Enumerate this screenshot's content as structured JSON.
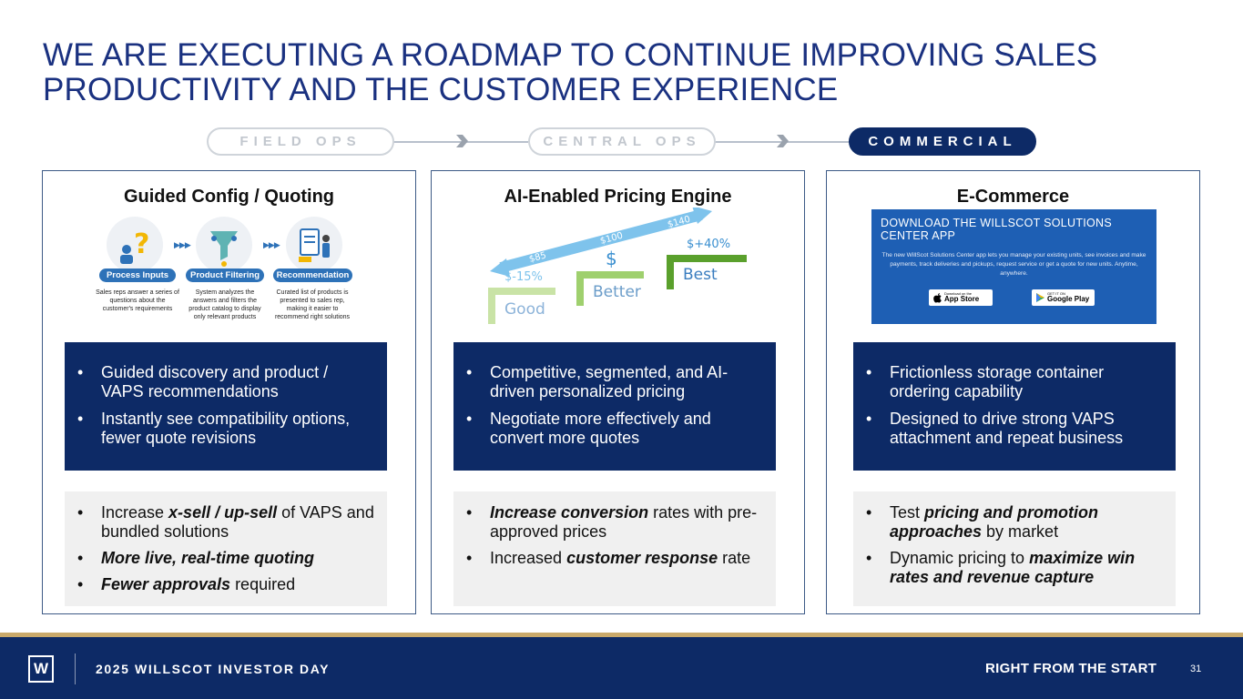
{
  "title": {
    "line1": "WE ARE EXECUTING A ROADMAP TO CONTINUE IMPROVING SALES",
    "line2": "PRODUCTIVITY AND THE CUSTOMER EXPERIENCE"
  },
  "roadmap": {
    "steps": [
      {
        "label": "FIELD OPS",
        "state": "inactive"
      },
      {
        "label": "CENTRAL OPS",
        "state": "inactive"
      },
      {
        "label": "COMMERCIAL",
        "state": "active"
      }
    ],
    "colors": {
      "active": "#0d2a66",
      "inactive": "#c2c7ce"
    }
  },
  "columns": [
    {
      "title": "Guided Config / Quoting",
      "graphic": {
        "steps": [
          {
            "tag": "Process Inputs",
            "desc": "Sales reps answer a series of questions about the customer's requirements",
            "icon": "question-user-icon"
          },
          {
            "tag": "Product Filtering",
            "desc": "System analyzes the answers and filters the product catalog to display only relevant products",
            "icon": "filter-funnel-icon"
          },
          {
            "tag": "Recommendation",
            "desc": "Curated list of products is presented to sales rep, making it easier to recommend right solutions",
            "icon": "clipboard-user-icon"
          }
        ]
      },
      "primary_bullets": [
        "Guided discovery and product / VAPS recommendations",
        "Instantly see compatibility options, fewer quote revisions"
      ],
      "secondary_bullets": [
        [
          {
            "t": "Increase ",
            "em": false
          },
          {
            "t": "x-sell / up-sell",
            "em": true
          },
          {
            "t": " of VAPS and bundled solutions",
            "em": false
          }
        ],
        [
          {
            "t": "More live, real-time quoting",
            "em": true
          }
        ],
        [
          {
            "t": "Fewer approvals",
            "em": true
          },
          {
            "t": " required",
            "em": false
          }
        ]
      ]
    },
    {
      "title": "AI-Enabled Pricing Engine",
      "graphic": {
        "tiers": [
          "Good",
          "Better",
          "Best"
        ],
        "arrow_labels": [
          "$85",
          "$100",
          "$140"
        ],
        "low_label": "$-15%",
        "high_label": "$+40%",
        "mid_symbol": "$"
      },
      "primary_bullets": [
        "Competitive, segmented, and AI-driven personalized pricing",
        "Negotiate more effectively and convert more quotes"
      ],
      "secondary_bullets": [
        [
          {
            "t": "Increase conversion",
            "em": true
          },
          {
            "t": " rates with pre-approved prices",
            "em": false
          }
        ],
        [
          {
            "t": "Increased ",
            "em": false
          },
          {
            "t": "customer response",
            "em": true
          },
          {
            "t": " rate",
            "em": false
          }
        ]
      ]
    },
    {
      "title": "E-Commerce",
      "graphic": {
        "heading": "DOWNLOAD THE WILLSCOT SOLUTIONS CENTER APP",
        "body": "The new WillScot Solutions Center app lets you manage your existing units, see invoices and make payments, track deliveries and pickups, request service or get a quote for new units. Anytime, anywhere.",
        "app_store": {
          "small": "Download on the",
          "big": "App Store"
        },
        "google_play": {
          "small": "GET IT ON",
          "big": "Google Play"
        }
      },
      "primary_bullets": [
        "Frictionless storage container ordering capability",
        "Designed to drive strong VAPS attachment and repeat business"
      ],
      "secondary_bullets": [
        [
          {
            "t": "Test ",
            "em": false
          },
          {
            "t": "pricing and promotion approaches",
            "em": true
          },
          {
            "t": " by market",
            "em": false
          }
        ],
        [
          {
            "t": "Dynamic pricing to ",
            "em": false
          },
          {
            "t": "maximize win rates and revenue capture",
            "em": true
          }
        ]
      ]
    }
  ],
  "footer": {
    "logo_letter": "W",
    "event": "2025 WILLSCOT INVESTOR DAY",
    "tagline": "RIGHT FROM THE START",
    "page_number": "31"
  }
}
